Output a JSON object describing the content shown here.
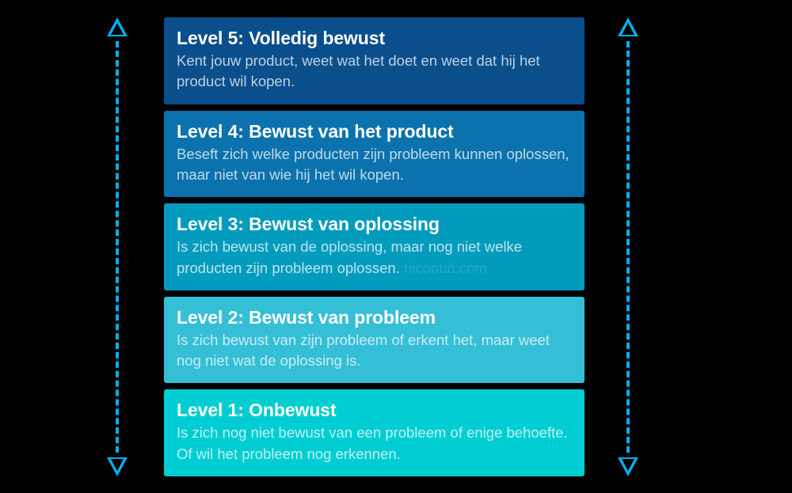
{
  "diagram": {
    "type": "pyramid-stack",
    "orientation": "vertical",
    "axis": {
      "arrow_top_icon": "triangle-up-icon",
      "arrow_bottom_icon": "triangle-down-icon",
      "line_style": "dashed",
      "color": "#00b0f0"
    },
    "background_color": "#000000",
    "levels": [
      {
        "title": "Level 5: Volledig bewust",
        "description": "Kent jouw product, weet wat het doet en weet dat hij het product wil kopen.",
        "color": "#0a4e8c",
        "watermark": ""
      },
      {
        "title": "Level 4: Bewust van het product",
        "description": "Beseft zich welke producten zijn probleem kunnen oplossen, maar niet van wie hij het wil kopen.",
        "color": "#0b72ad",
        "watermark": ""
      },
      {
        "title": "Level 3: Bewust van oplossing",
        "description": "Is zich bewust van de oplossing, maar nog niet welke producten zijn probleem oplossen.",
        "color": "#019bbd",
        "watermark": "nicooud.com"
      },
      {
        "title": "Level 2: Bewust van probleem",
        "description": "Is zich bewust van zijn probleem of erkent het, maar weet nog niet wat de oplossing is.",
        "color": "#35bfd6",
        "watermark": ""
      },
      {
        "title": "Level 1: Onbewust",
        "description": "Is zich nog niet bewust van een probleem of enige behoefte. Of wil het probleem nog erkennen.",
        "color": "#00cdd2",
        "watermark": ""
      }
    ]
  }
}
